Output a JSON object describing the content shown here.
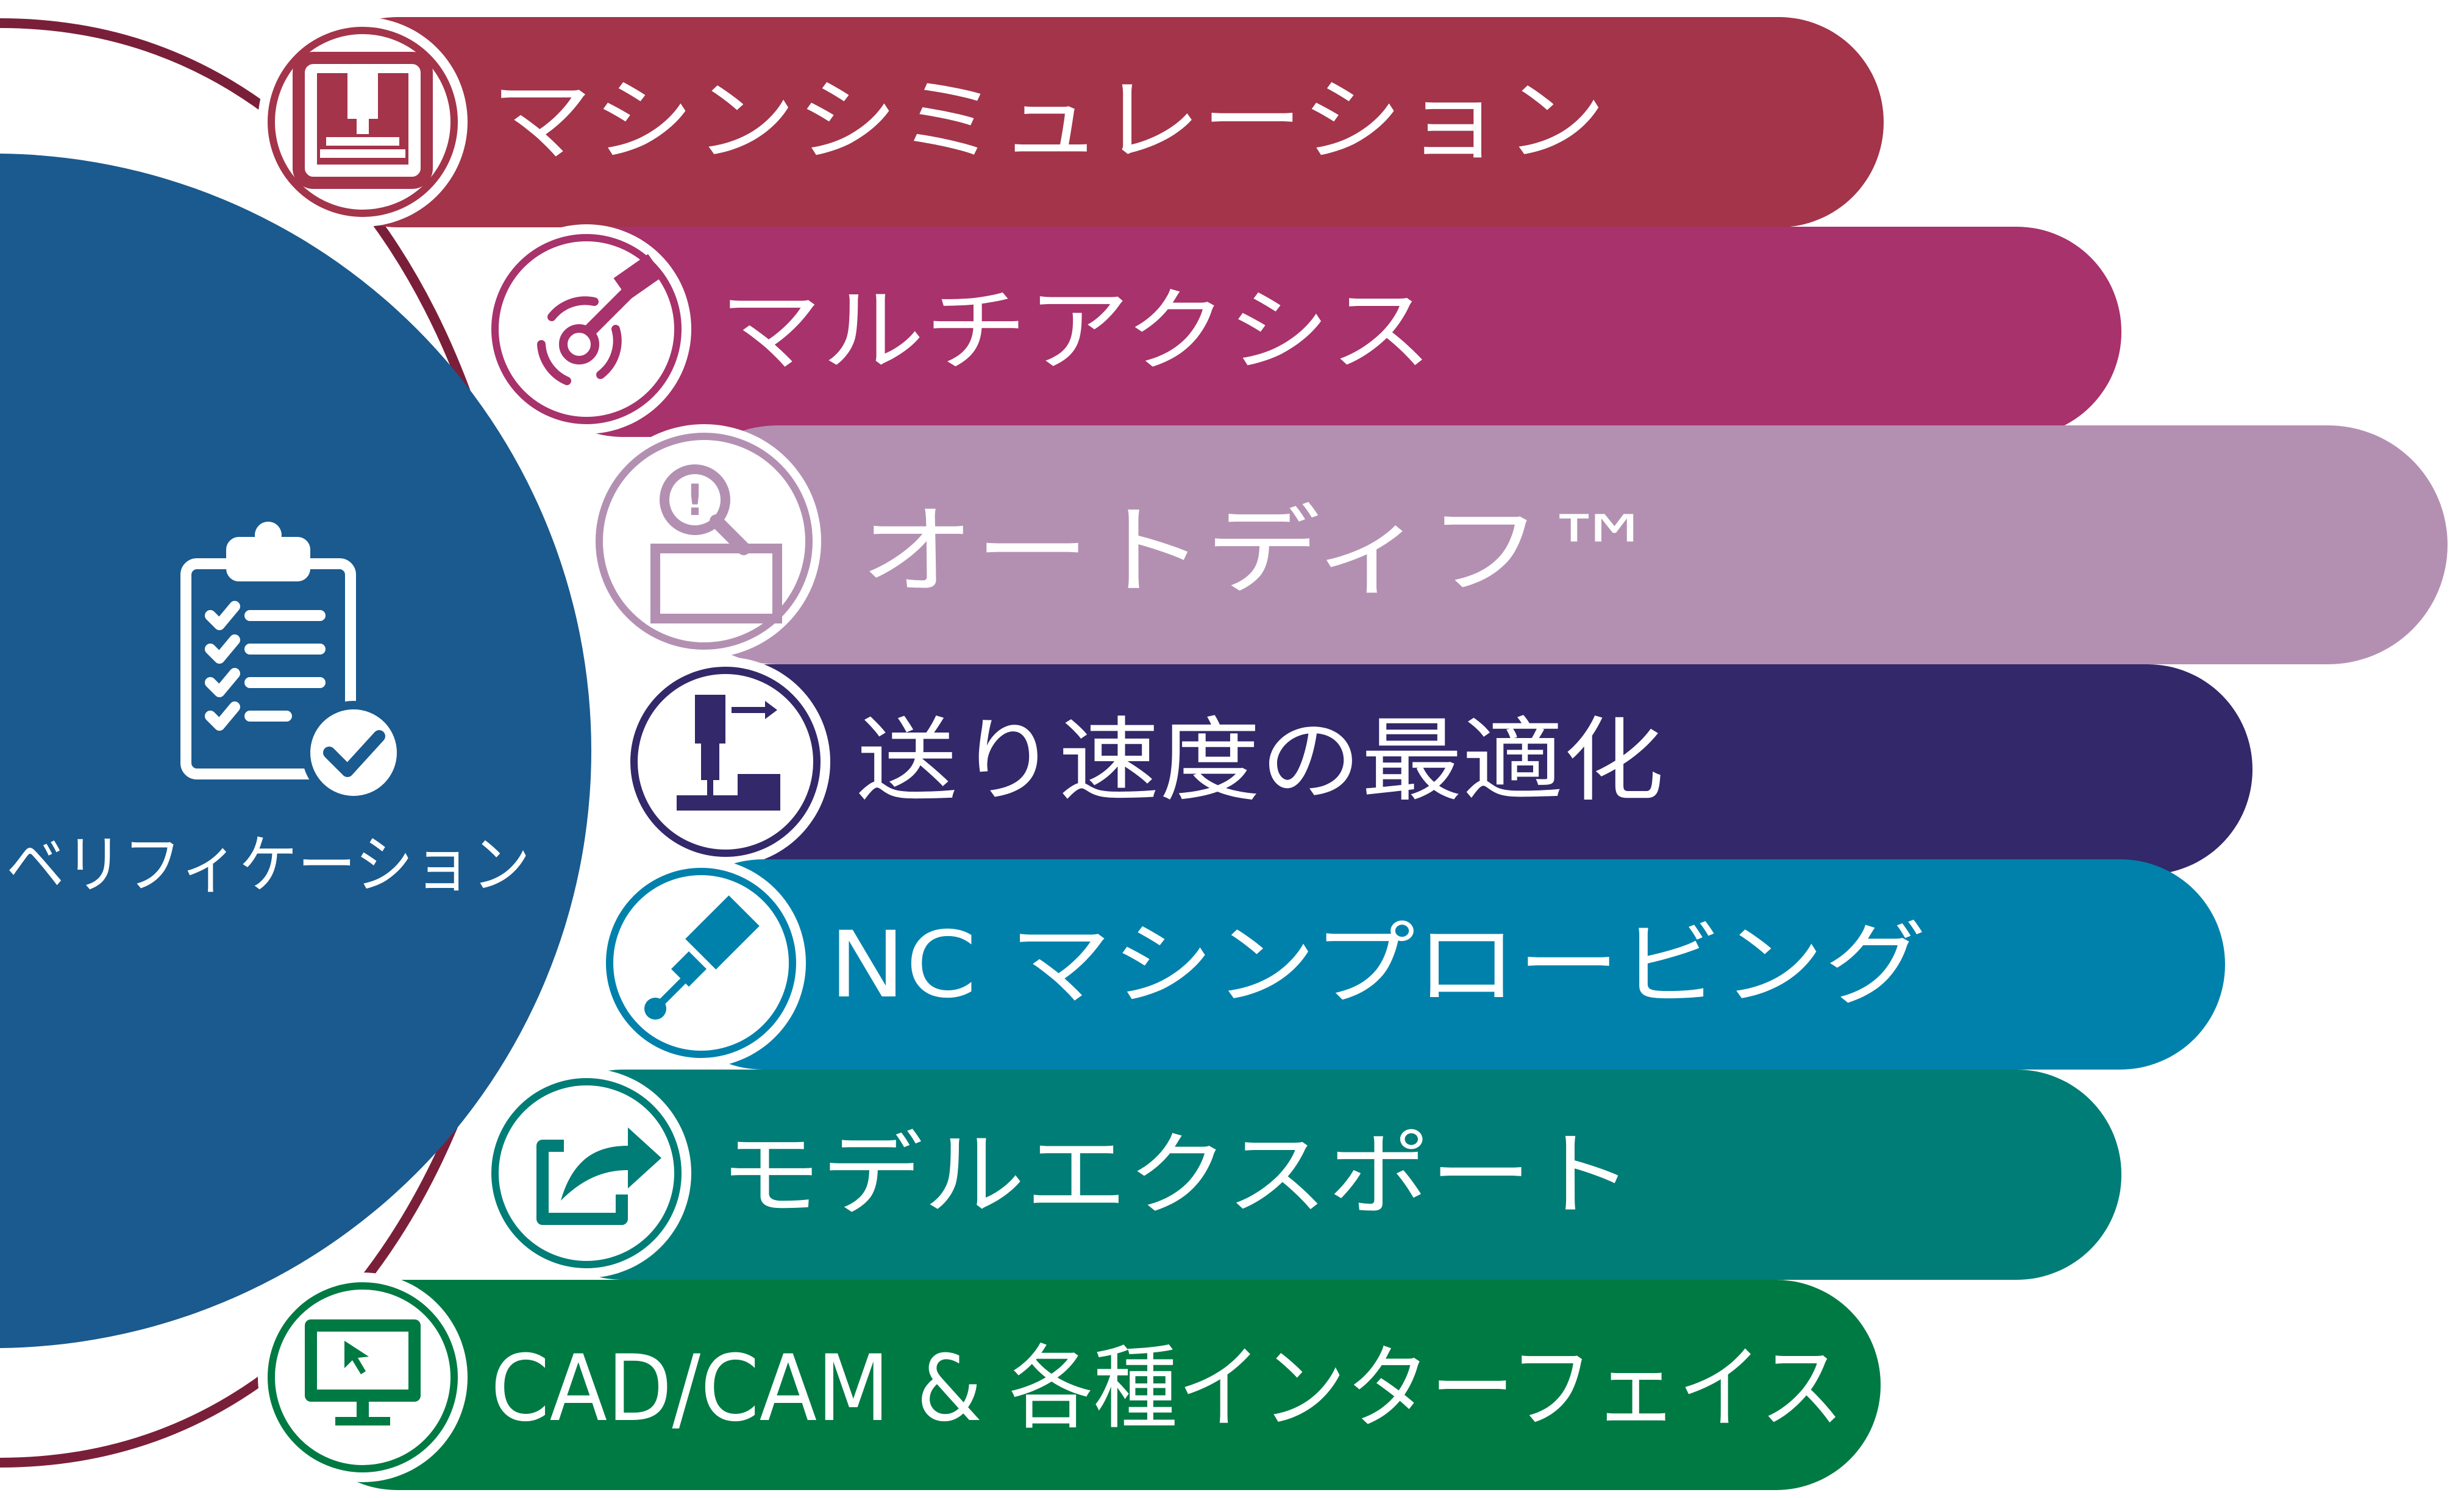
{
  "center": {
    "label": "ベリフィケーション",
    "icon": "clipboard-check-icon",
    "color": "#1A5A8E"
  },
  "items": [
    {
      "label": "マシンシミュレーション",
      "icon": "machine-simulation-icon",
      "color": "#A3344A"
    },
    {
      "label": "マルチアクシス",
      "icon": "multi-axis-icon",
      "color": "#A8326B"
    },
    {
      "label": "オートディフ™",
      "icon": "magnifier-inspect-icon",
      "color": "#B390B2"
    },
    {
      "label": "送り速度の最適化",
      "icon": "feedrate-spindle-icon",
      "color": "#33286A"
    },
    {
      "label": "NC マシンプロービング",
      "icon": "probe-icon",
      "color": "#0081AB"
    },
    {
      "label": "モデルエクスポート",
      "icon": "export-arrow-icon",
      "color": "#007D76"
    },
    {
      "label": "CAD/CAM & 各種インターフェイス",
      "icon": "monitor-cursor-icon",
      "color": "#007A43"
    }
  ]
}
